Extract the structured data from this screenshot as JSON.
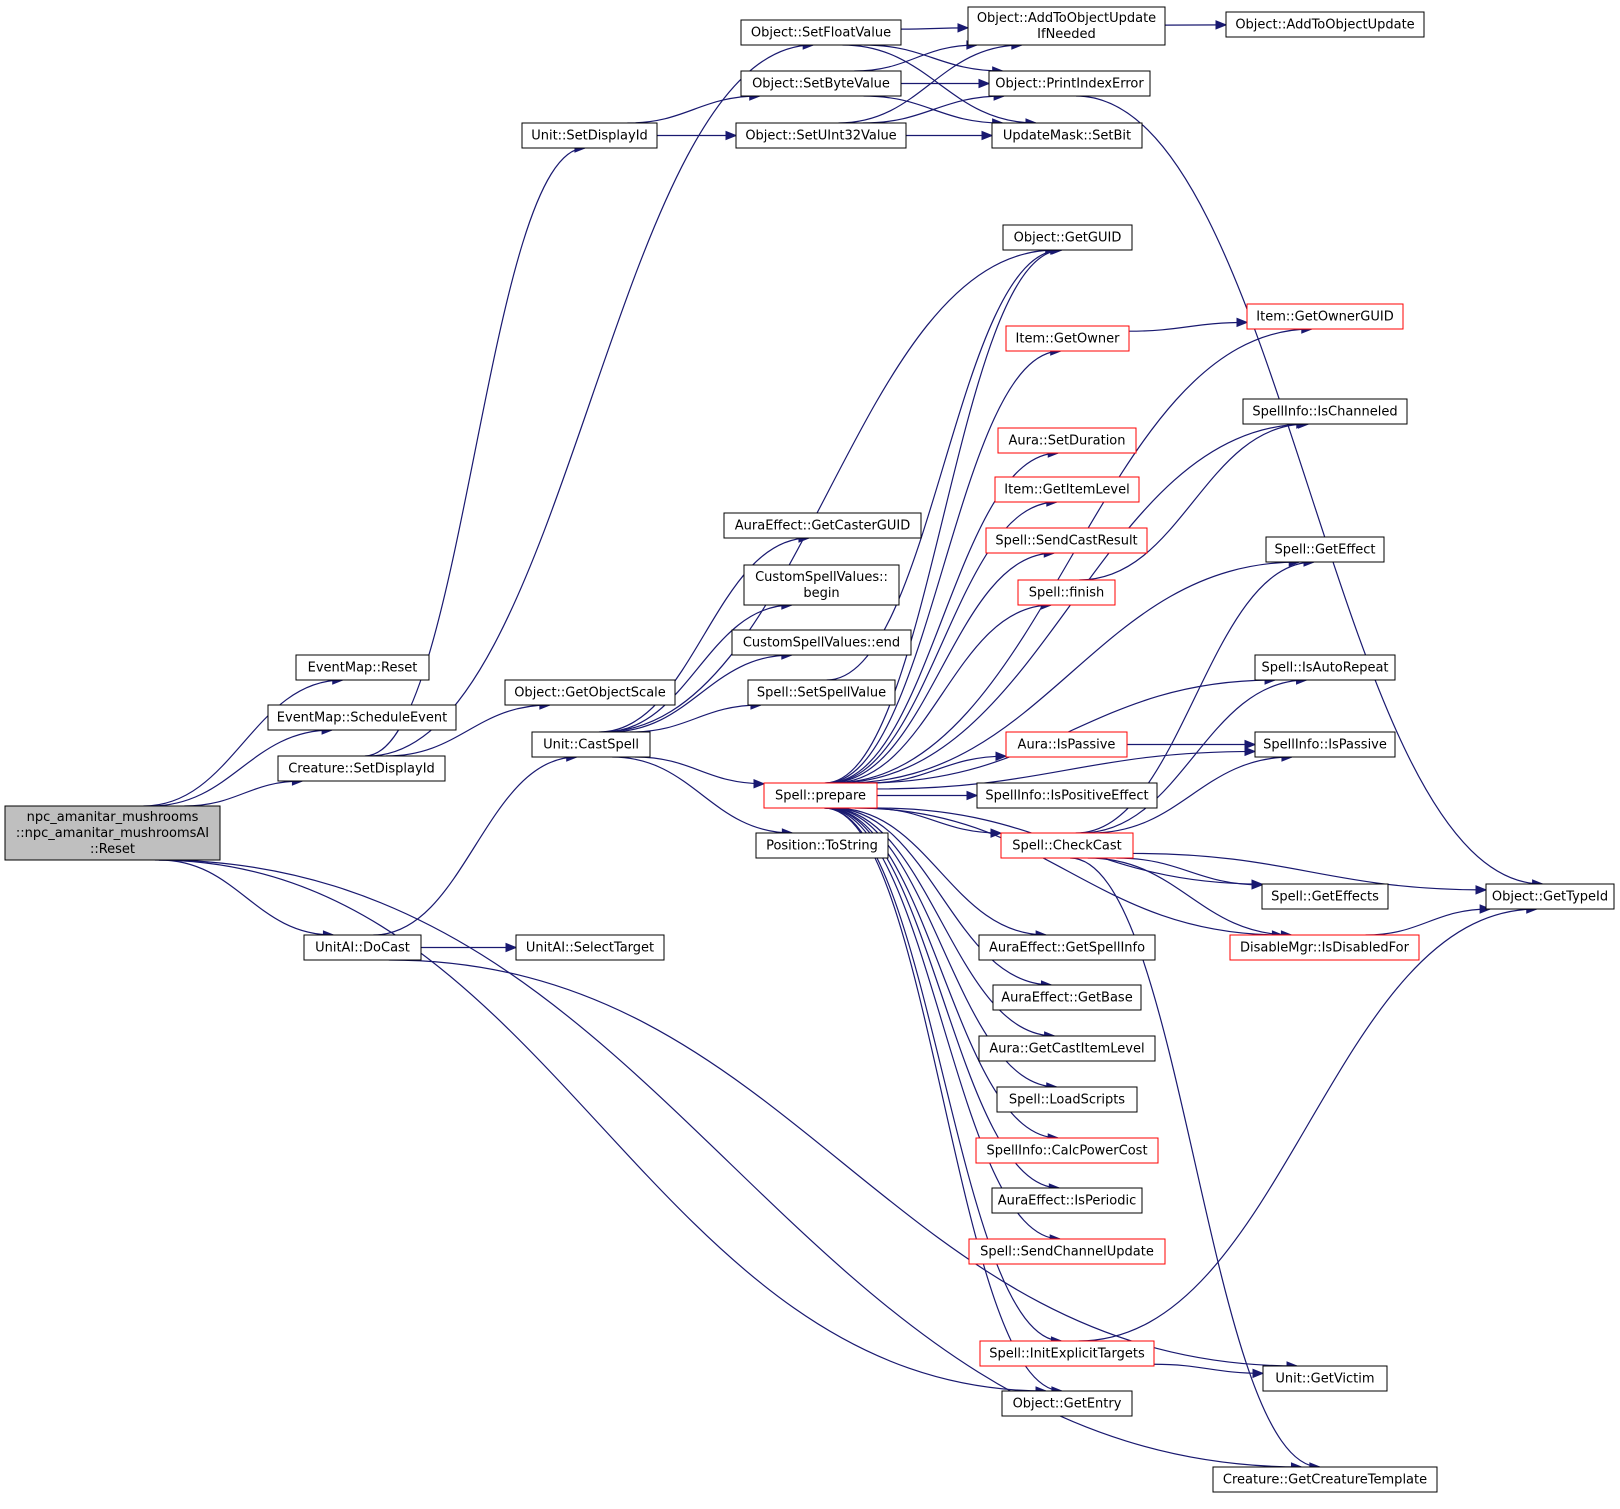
{
  "colors": {
    "edge": "#191970",
    "node_border": "#000000",
    "node_border_truncated": "#ff0000",
    "root_fill": "#bfbfbf",
    "node_fill": "#ffffff",
    "text": "#000000"
  },
  "nodes": [
    {
      "id": "root",
      "lines": [
        "npc_amanitar_mushrooms",
        "::npc_amanitar_mushroomsAI",
        "::Reset"
      ],
      "root": true
    },
    {
      "id": "eventmap_reset",
      "lines": [
        "EventMap::Reset"
      ]
    },
    {
      "id": "eventmap_scheduleevent",
      "lines": [
        "EventMap::ScheduleEvent"
      ]
    },
    {
      "id": "creature_setdisplayid",
      "lines": [
        "Creature::SetDisplayId"
      ]
    },
    {
      "id": "unitai_docast",
      "lines": [
        "UnitAI::DoCast"
      ]
    },
    {
      "id": "unitai_selecttarget",
      "lines": [
        "UnitAI::SelectTarget"
      ]
    },
    {
      "id": "unit_setdisplayid",
      "lines": [
        "Unit::SetDisplayId"
      ]
    },
    {
      "id": "object_getobjectscale",
      "lines": [
        "Object::GetObjectScale"
      ]
    },
    {
      "id": "unit_castspell",
      "lines": [
        "Unit::CastSpell"
      ]
    },
    {
      "id": "object_setfloatvalue",
      "lines": [
        "Object::SetFloatValue"
      ]
    },
    {
      "id": "object_setbytevalue",
      "lines": [
        "Object::SetByteValue"
      ]
    },
    {
      "id": "object_setuint32value",
      "lines": [
        "Object::SetUInt32Value"
      ]
    },
    {
      "id": "auraeffect_getcasterguid",
      "lines": [
        "AuraEffect::GetCasterGUID"
      ]
    },
    {
      "id": "customspellvalues_begin",
      "lines": [
        "CustomSpellValues::",
        "begin"
      ]
    },
    {
      "id": "customspellvalues_end",
      "lines": [
        "CustomSpellValues::end"
      ]
    },
    {
      "id": "spell_setspellvalue",
      "lines": [
        "Spell::SetSpellValue"
      ]
    },
    {
      "id": "spell_prepare",
      "lines": [
        "Spell::prepare"
      ],
      "truncated": true
    },
    {
      "id": "position_tostring",
      "lines": [
        "Position::ToString"
      ]
    },
    {
      "id": "object_addtoobjectupdateifneeded",
      "lines": [
        "Object::AddToObjectUpdate",
        "IfNeeded"
      ]
    },
    {
      "id": "object_printindexerror",
      "lines": [
        "Object::PrintIndexError"
      ]
    },
    {
      "id": "updatemask_setbit",
      "lines": [
        "UpdateMask::SetBit"
      ]
    },
    {
      "id": "object_getguid",
      "lines": [
        "Object::GetGUID"
      ]
    },
    {
      "id": "item_getowner",
      "lines": [
        "Item::GetOwner"
      ],
      "truncated": true
    },
    {
      "id": "aura_setduration",
      "lines": [
        "Aura::SetDuration"
      ],
      "truncated": true
    },
    {
      "id": "item_getitemlevel",
      "lines": [
        "Item::GetItemLevel"
      ],
      "truncated": true
    },
    {
      "id": "spell_sendcastresult",
      "lines": [
        "Spell::SendCastResult"
      ],
      "truncated": true
    },
    {
      "id": "spell_finish",
      "lines": [
        "Spell::finish"
      ],
      "truncated": true
    },
    {
      "id": "aura_ispassive",
      "lines": [
        "Aura::IsPassive"
      ],
      "truncated": true
    },
    {
      "id": "spellinfo_ispositiveeffect",
      "lines": [
        "SpellInfo::IsPositiveEffect"
      ]
    },
    {
      "id": "spell_checkcast",
      "lines": [
        "Spell::CheckCast"
      ],
      "truncated": true
    },
    {
      "id": "auraeffect_getspellinfo",
      "lines": [
        "AuraEffect::GetSpellInfo"
      ]
    },
    {
      "id": "auraeffect_getbase",
      "lines": [
        "AuraEffect::GetBase"
      ]
    },
    {
      "id": "aura_getcastitemlevel",
      "lines": [
        "Aura::GetCastItemLevel"
      ]
    },
    {
      "id": "spell_loadscripts",
      "lines": [
        "Spell::LoadScripts"
      ]
    },
    {
      "id": "spellinfo_calcpowercost",
      "lines": [
        "SpellInfo::CalcPowerCost"
      ],
      "truncated": true
    },
    {
      "id": "auraeffect_isperiodic",
      "lines": [
        "AuraEffect::IsPeriodic"
      ]
    },
    {
      "id": "spell_sendchannelupdate",
      "lines": [
        "Spell::SendChannelUpdate"
      ],
      "truncated": true
    },
    {
      "id": "spell_initexplicittargets",
      "lines": [
        "Spell::InitExplicitTargets"
      ],
      "truncated": true
    },
    {
      "id": "object_getentry",
      "lines": [
        "Object::GetEntry"
      ]
    },
    {
      "id": "object_addtoobjectupdate",
      "lines": [
        "Object::AddToObjectUpdate"
      ]
    },
    {
      "id": "item_getownerguid",
      "lines": [
        "Item::GetOwnerGUID"
      ],
      "truncated": true
    },
    {
      "id": "spellinfo_ischanneled",
      "lines": [
        "SpellInfo::IsChanneled"
      ]
    },
    {
      "id": "spell_geteffect",
      "lines": [
        "Spell::GetEffect"
      ]
    },
    {
      "id": "spell_isautorepeat",
      "lines": [
        "Spell::IsAutoRepeat"
      ]
    },
    {
      "id": "spellinfo_ispassive",
      "lines": [
        "SpellInfo::IsPassive"
      ]
    },
    {
      "id": "spell_geteffects",
      "lines": [
        "Spell::GetEffects"
      ]
    },
    {
      "id": "disablemgr_isdisabledfor",
      "lines": [
        "DisableMgr::IsDisabledFor"
      ],
      "truncated": true
    },
    {
      "id": "unit_getvictim",
      "lines": [
        "Unit::GetVictim"
      ]
    },
    {
      "id": "creature_getcreaturetemplate",
      "lines": [
        "Creature::GetCreatureTemplate"
      ]
    },
    {
      "id": "object_gettypeid",
      "lines": [
        "Object::GetTypeId"
      ]
    }
  ],
  "edges": [
    [
      "root",
      "eventmap_reset"
    ],
    [
      "root",
      "eventmap_scheduleevent"
    ],
    [
      "root",
      "creature_setdisplayid"
    ],
    [
      "root",
      "unitai_docast"
    ],
    [
      "root",
      "object_getentry"
    ],
    [
      "root",
      "creature_getcreaturetemplate"
    ],
    [
      "creature_setdisplayid",
      "unit_setdisplayid"
    ],
    [
      "creature_setdisplayid",
      "object_getobjectscale"
    ],
    [
      "creature_setdisplayid",
      "object_setfloatvalue"
    ],
    [
      "unitai_docast",
      "unitai_selecttarget"
    ],
    [
      "unitai_docast",
      "unit_castspell"
    ],
    [
      "unitai_docast",
      "unit_getvictim"
    ],
    [
      "unit_setdisplayid",
      "object_setbytevalue"
    ],
    [
      "unit_setdisplayid",
      "object_setuint32value"
    ],
    [
      "object_setfloatvalue",
      "object_addtoobjectupdateifneeded"
    ],
    [
      "object_setfloatvalue",
      "object_printindexerror"
    ],
    [
      "object_setfloatvalue",
      "updatemask_setbit"
    ],
    [
      "object_setbytevalue",
      "object_addtoobjectupdateifneeded"
    ],
    [
      "object_setbytevalue",
      "object_printindexerror"
    ],
    [
      "object_setbytevalue",
      "updatemask_setbit"
    ],
    [
      "object_setuint32value",
      "object_addtoobjectupdateifneeded"
    ],
    [
      "object_setuint32value",
      "object_printindexerror"
    ],
    [
      "object_setuint32value",
      "updatemask_setbit"
    ],
    [
      "object_addtoobjectupdateifneeded",
      "object_addtoobjectupdate"
    ],
    [
      "object_printindexerror",
      "object_gettypeid"
    ],
    [
      "unit_castspell",
      "auraeffect_getcasterguid"
    ],
    [
      "unit_castspell",
      "customspellvalues_begin"
    ],
    [
      "unit_castspell",
      "customspellvalues_end"
    ],
    [
      "unit_castspell",
      "spell_setspellvalue"
    ],
    [
      "unit_castspell",
      "spell_prepare"
    ],
    [
      "unit_castspell",
      "position_tostring"
    ],
    [
      "unit_castspell",
      "object_getguid"
    ],
    [
      "spell_setspellvalue",
      "object_getguid"
    ],
    [
      "spell_prepare",
      "object_getguid"
    ],
    [
      "spell_prepare",
      "item_getownerguid"
    ],
    [
      "spell_prepare",
      "item_getowner"
    ],
    [
      "spell_prepare",
      "spellinfo_ischanneled"
    ],
    [
      "spell_prepare",
      "aura_setduration"
    ],
    [
      "spell_prepare",
      "item_getitemlevel"
    ],
    [
      "spell_prepare",
      "spell_sendcastresult"
    ],
    [
      "spell_prepare",
      "spell_finish"
    ],
    [
      "spell_prepare",
      "spell_geteffect"
    ],
    [
      "spell_prepare",
      "spell_isautorepeat"
    ],
    [
      "spell_prepare",
      "spellinfo_ispassive"
    ],
    [
      "spell_prepare",
      "aura_ispassive"
    ],
    [
      "spell_prepare",
      "spellinfo_ispositiveeffect"
    ],
    [
      "spell_prepare",
      "spell_checkcast"
    ],
    [
      "spell_prepare",
      "spell_geteffects"
    ],
    [
      "spell_prepare",
      "auraeffect_getspellinfo"
    ],
    [
      "spell_prepare",
      "auraeffect_getbase"
    ],
    [
      "spell_prepare",
      "aura_getcastitemlevel"
    ],
    [
      "spell_prepare",
      "spell_loadscripts"
    ],
    [
      "spell_prepare",
      "spellinfo_calcpowercost"
    ],
    [
      "spell_prepare",
      "auraeffect_isperiodic"
    ],
    [
      "spell_prepare",
      "spell_sendchannelupdate"
    ],
    [
      "spell_prepare",
      "disablemgr_isdisabledfor"
    ],
    [
      "spell_prepare",
      "spell_initexplicittargets"
    ],
    [
      "spell_prepare",
      "object_getentry"
    ],
    [
      "item_getowner",
      "item_getownerguid"
    ],
    [
      "spell_finish",
      "spellinfo_ischanneled"
    ],
    [
      "aura_ispassive",
      "spellinfo_ispassive"
    ],
    [
      "spell_checkcast",
      "spell_geteffect"
    ],
    [
      "spell_checkcast",
      "spell_isautorepeat"
    ],
    [
      "spell_checkcast",
      "spellinfo_ispassive"
    ],
    [
      "spell_checkcast",
      "spell_geteffects"
    ],
    [
      "spell_checkcast",
      "disablemgr_isdisabledfor"
    ],
    [
      "spell_checkcast",
      "object_gettypeid"
    ],
    [
      "spell_checkcast",
      "creature_getcreaturetemplate"
    ],
    [
      "disablemgr_isdisabledfor",
      "object_gettypeid"
    ],
    [
      "spell_initexplicittargets",
      "unit_getvictim"
    ],
    [
      "spell_initexplicittargets",
      "object_gettypeid"
    ]
  ]
}
